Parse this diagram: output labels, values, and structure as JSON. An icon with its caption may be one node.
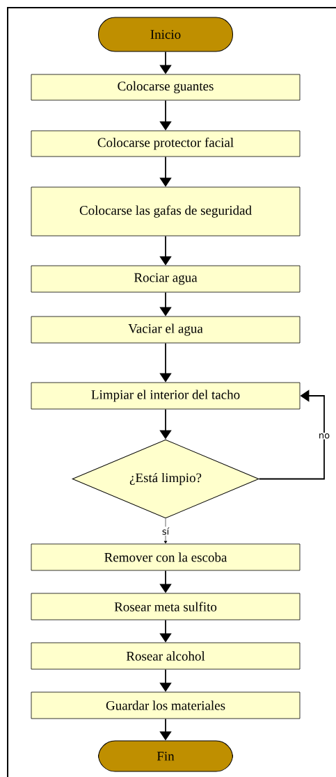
{
  "diagram": {
    "nodes": [
      {
        "text": [
          "Inicio"
        ]
      },
      {
        "text": [
          "Colocarse guantes"
        ]
      },
      {
        "text": [
          "Colocarse protector facial"
        ]
      },
      {
        "text": [
          "Colocarse las gafas de seguridad"
        ]
      },
      {
        "text": [
          "Rociar agua"
        ]
      },
      {
        "text": [
          "Vaciar el agua"
        ]
      },
      {
        "text": [
          "Limpiar el interior del tacho"
        ]
      },
      {
        "text": [
          "¿Está limpio?"
        ]
      },
      {
        "text": [
          "Remover con la escoba"
        ]
      },
      {
        "text": [
          "Rosear meta sulfito"
        ]
      },
      {
        "text": [
          "Rosear alcohol"
        ]
      },
      {
        "text": [
          "Guardar los materiales"
        ]
      },
      {
        "text": [
          "Fin"
        ]
      }
    ],
    "edges": [
      {
        "from": 0,
        "to": 1,
        "arrow": "to"
      },
      {
        "from": 1,
        "to": 2,
        "arrow": "to"
      },
      {
        "from": 2,
        "to": 3,
        "arrow": "to"
      },
      {
        "from": 3,
        "to": 4,
        "arrow": "to"
      },
      {
        "from": 4,
        "to": 5,
        "arrow": "to"
      },
      {
        "from": 5,
        "to": 6,
        "arrow": "to"
      },
      {
        "from": 6,
        "to": 7,
        "arrow": "to"
      },
      {
        "from": 7,
        "to": 8,
        "arrow": "to",
        "label": "sí"
      },
      {
        "from": 7,
        "to": 6,
        "arrow": "to",
        "label": "no"
      },
      {
        "from": 8,
        "to": 9,
        "arrow": "to"
      },
      {
        "from": 9,
        "to": 10,
        "arrow": "to"
      },
      {
        "from": 10,
        "to": 11,
        "arrow": "to"
      },
      {
        "from": 11,
        "to": 12,
        "arrow": "to"
      }
    ]
  }
}
